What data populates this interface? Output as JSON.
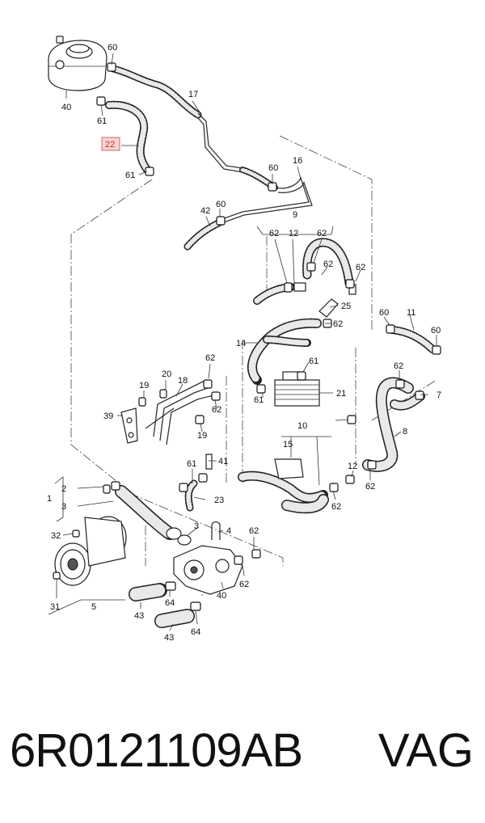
{
  "footer": {
    "part_number": "6R0121109AB",
    "brand": "VAG"
  },
  "highlighted_label": "22",
  "labels": [
    "60",
    "40",
    "61",
    "17",
    "61",
    "16",
    "60",
    "42",
    "60",
    "9",
    "62",
    "12",
    "62",
    "62",
    "62",
    "25",
    "60",
    "11",
    "60",
    "62",
    "14",
    "61",
    "62",
    "62",
    "20",
    "18",
    "19",
    "21",
    "7",
    "61",
    "39",
    "62",
    "19",
    "8",
    "10",
    "15",
    "61",
    "41",
    "12",
    "62",
    "2",
    "1",
    "3",
    "23",
    "62",
    "3",
    "4",
    "32",
    "62",
    "31",
    "5",
    "64",
    "40",
    "62",
    "43",
    "64",
    "43"
  ],
  "colors": {
    "highlight_fill": "#f6d2d2",
    "highlight_stroke": "#d06a6a",
    "line": "#222222"
  }
}
